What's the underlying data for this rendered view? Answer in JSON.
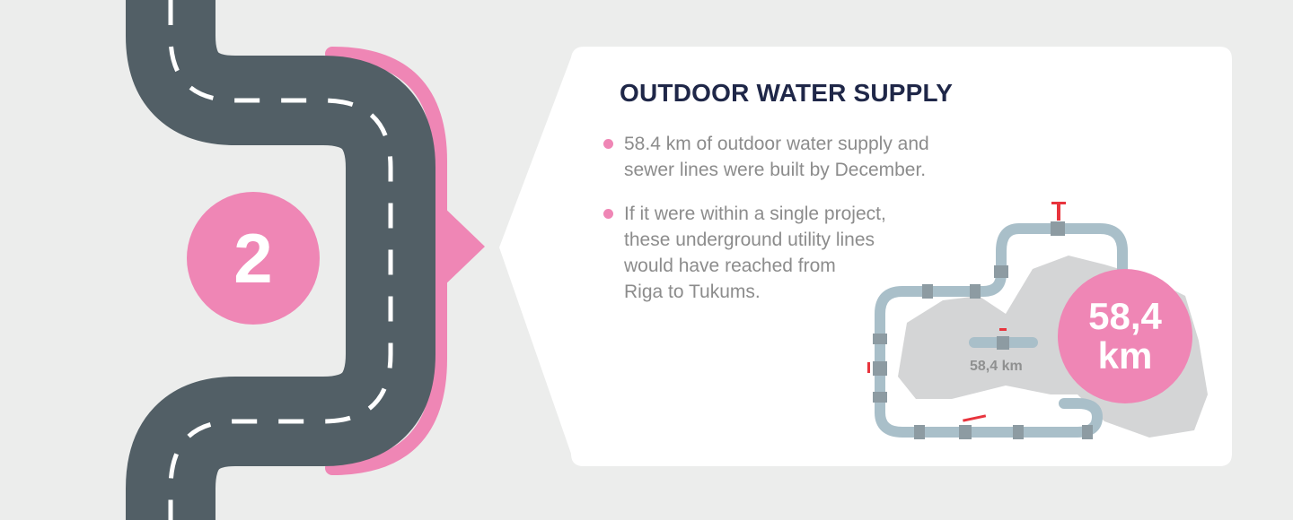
{
  "step": {
    "number": "2"
  },
  "card": {
    "title": "OUTDOOR WATER SUPPLY",
    "bullets": [
      [
        "58.4 km of outdoor water supply and",
        "sewer lines were built by December."
      ],
      [
        "If it were within a single project,",
        "these underground utility lines",
        "would have reached from",
        "Riga to Tukums."
      ]
    ],
    "badge": {
      "value": "58,4",
      "unit": "km"
    },
    "map_label": "58,4 km"
  },
  "colors": {
    "road": "#525f66",
    "accent": "#ef86b5",
    "title": "#1f2748",
    "background": "#ecedec"
  }
}
